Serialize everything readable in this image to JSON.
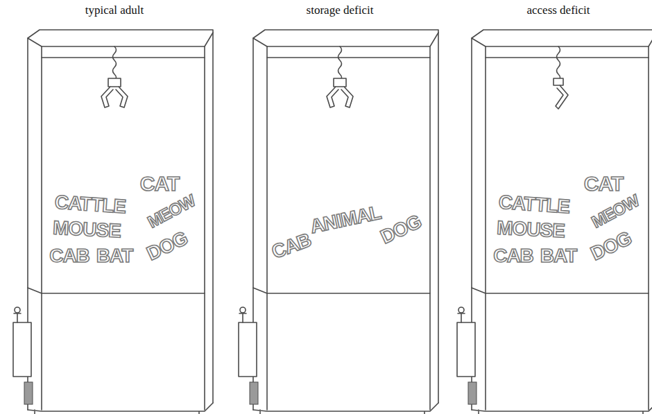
{
  "diagram": {
    "nodes": [
      {
        "text": [
          "typical adult",
          "CAT",
          "CATTLE",
          "MEOW",
          "MOUSE",
          "CAB",
          "BAT",
          "DOG"
        ]
      },
      {
        "text": [
          "storage deficit",
          "CAB",
          "ANIMAL",
          "DOG"
        ]
      },
      {
        "text": [
          "access deficit",
          "CAT",
          "CATTLE",
          "MEOW",
          "MOUSE",
          "CAB",
          "BAT",
          "DOG"
        ]
      }
    ]
  }
}
